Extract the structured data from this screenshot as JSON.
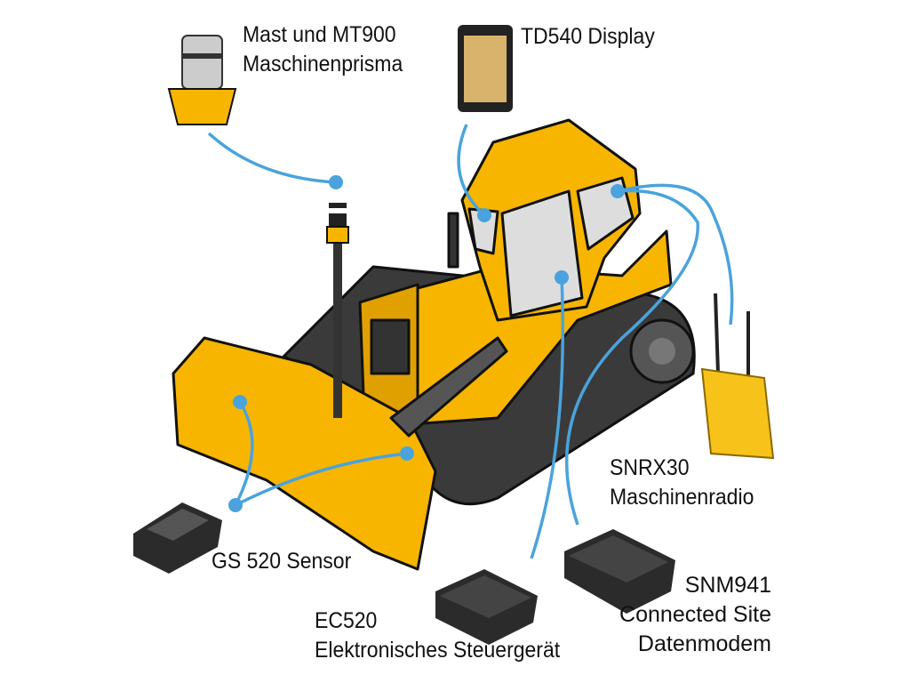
{
  "labels": {
    "mast": {
      "line1": "Mast und MT900",
      "line2": "Maschinenprisma"
    },
    "display": {
      "line1": "TD540 Display"
    },
    "radio": {
      "line1": "SNRX30",
      "line2": "Maschinenradio"
    },
    "sensor": {
      "line1": "GS 520 Sensor"
    },
    "ecu": {
      "line1": "EC520",
      "line2": "Elektronisches Steuergerät"
    },
    "modem": {
      "line1": "SNM941",
      "line2": "Connected Site",
      "line3": "Datenmodem"
    }
  },
  "colors": {
    "machine": "#f7b500",
    "connector": "#4aa3dc",
    "track": "#3a3a3a",
    "device": "#2b2b2b"
  }
}
